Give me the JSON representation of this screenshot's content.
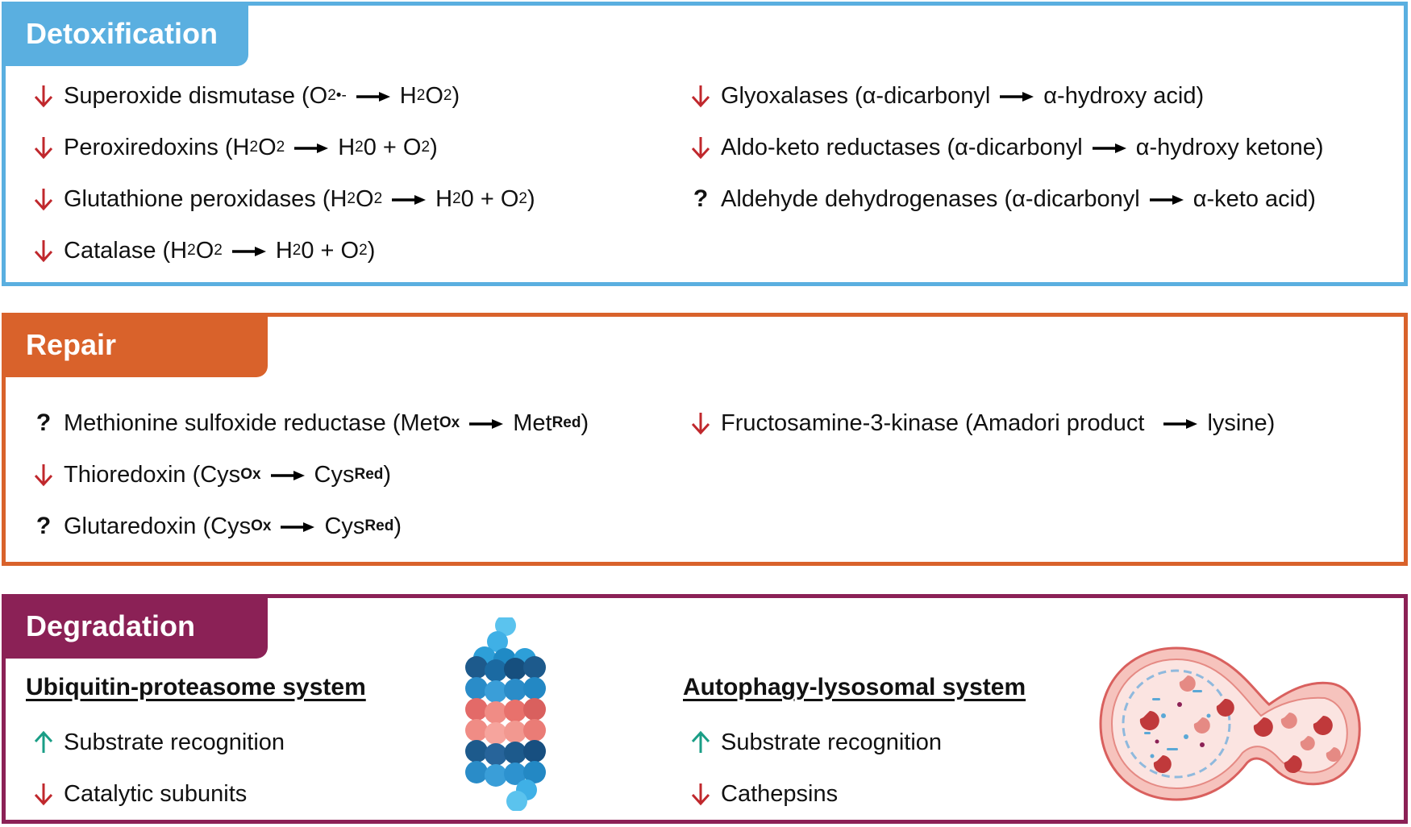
{
  "colors": {
    "detox": "#5aafe0",
    "repair": "#d9622b",
    "degrad": "#8b2156",
    "down": "#c0282d",
    "up": "#1a9e86"
  },
  "detox": {
    "title": "Detoxification",
    "left": [
      {
        "mark": "down",
        "name": "Superoxide dismutase (O",
        "sub1": "2",
        "sup1": "•-",
        "to": "H",
        "to_sub": "2",
        "to2": "O",
        "to2_sub": "2",
        "end": ")"
      },
      {
        "mark": "down",
        "name": "Peroxiredoxins (H",
        "sub1": "2",
        "mid": "O",
        "sub2": "2",
        "to": "H",
        "to_sub": "2",
        "to2": "0 + O",
        "to2_sub": "2",
        "end": ")"
      },
      {
        "mark": "down",
        "name": "Glutathione peroxidases (H",
        "sub1": "2",
        "mid": "O",
        "sub2": "2",
        "to": "H",
        "to_sub": "2",
        "to2": "0 + O",
        "to2_sub": "2",
        "end": ")"
      },
      {
        "mark": "down",
        "name": "Catalase (H",
        "sub1": "2",
        "mid": "O",
        "sub2": "2",
        "to": "H",
        "to_sub": "2",
        "to2": "0 + O",
        "to2_sub": "2",
        "end": ")"
      }
    ],
    "right": [
      {
        "mark": "down",
        "name": "Glyoxalases (α-dicarbonyl",
        "to": "α-hydroxy acid)"
      },
      {
        "mark": "down",
        "name": "Aldo-keto reductases (α-dicarbonyl",
        "to": "α-hydroxy ketone)"
      },
      {
        "mark": "?",
        "name": "Aldehyde dehydrogenases (α-dicarbonyl",
        "to": "α-keto acid)"
      }
    ]
  },
  "repair": {
    "title": "Repair",
    "items": [
      {
        "mark": "?",
        "name": "Methionine sulfoxide reductase (Met",
        "s1": "Ox",
        "to": "Met",
        "s2": "Red",
        "end": ")"
      },
      {
        "mark": "down",
        "name": "Thioredoxin (Cys",
        "s1": "Ox",
        "to": "Cys",
        "s2": "Red",
        "end": ")"
      },
      {
        "mark": "?",
        "name": "Glutaredoxin (Cys",
        "s1": "Ox",
        "to": "Cys",
        "s2": "Red",
        "end": ")"
      },
      {
        "mark": "down",
        "name": "Fructosamine-3-kinase (Amadori product",
        "to": "lysine)"
      }
    ]
  },
  "degrad": {
    "title": "Degradation",
    "ups_title": "Ubiquitin-proteasome system",
    "ups_items": [
      "Substrate recognition",
      "Catalytic subunits"
    ],
    "als_title": "Autophagy-lysosomal system",
    "als_items": [
      "Substrate recognition",
      "Cathepsins"
    ]
  }
}
